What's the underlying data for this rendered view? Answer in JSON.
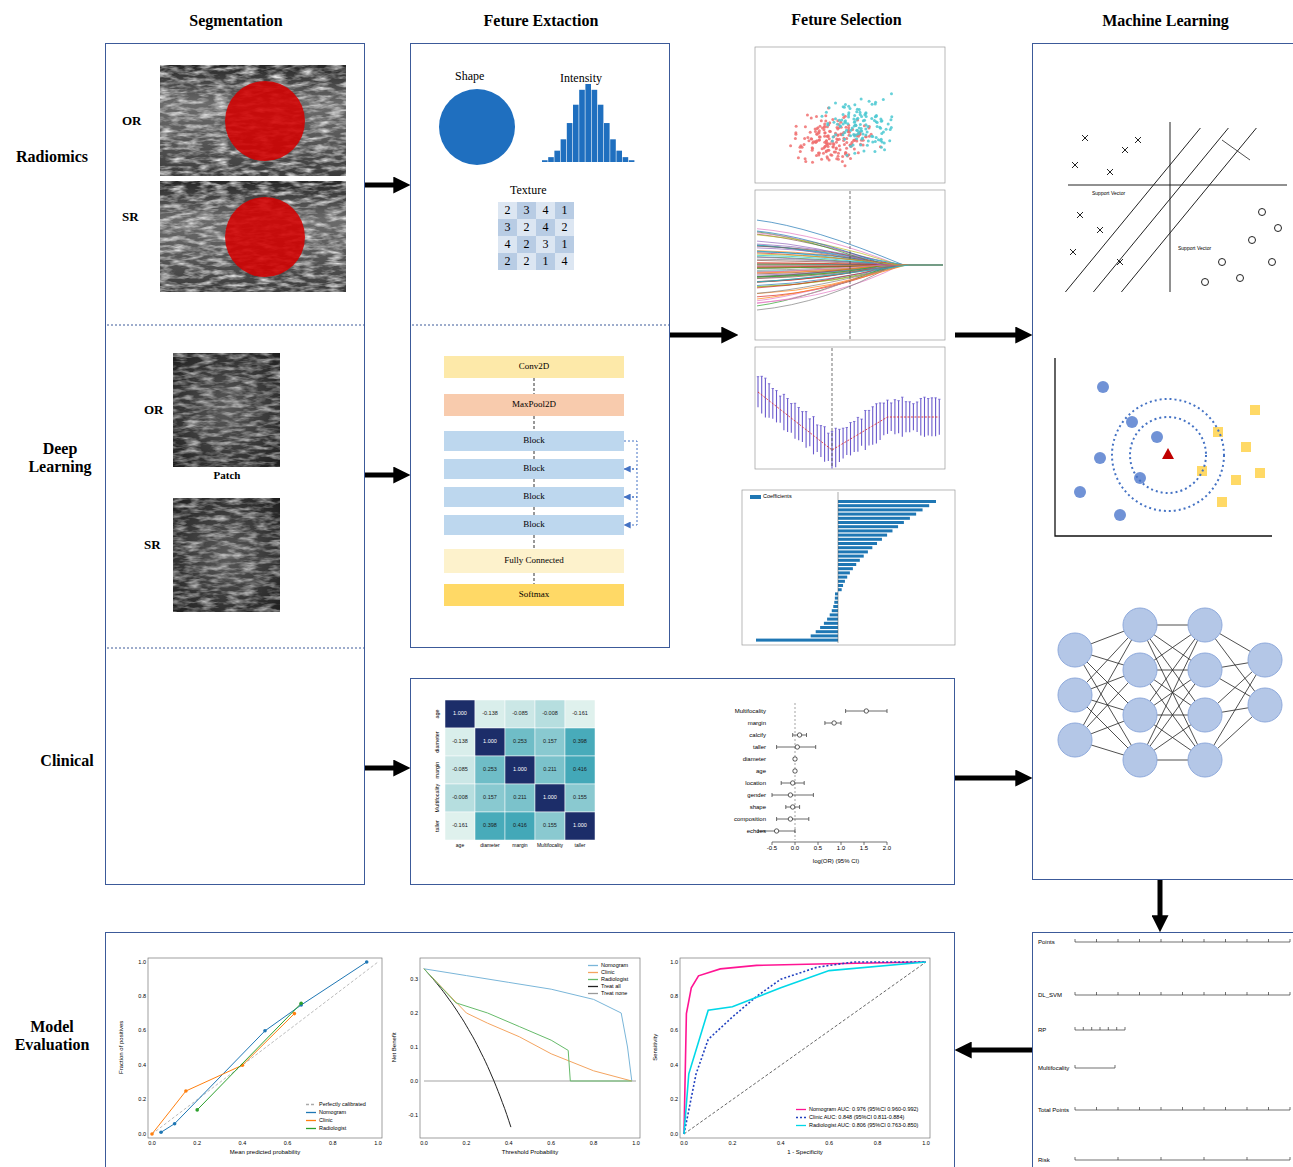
{
  "diagram": {
    "nodes": [
      {
        "text": [
          "Segmentation"
        ]
      },
      {
        "text": [
          "Feture Extaction"
        ]
      },
      {
        "text": [
          "Conv2D"
        ],
        "in": 1
      },
      {
        "text": [
          "MaxPool2D"
        ],
        "in": 1
      },
      {
        "text": [
          "Block"
        ],
        "in": 1
      },
      {
        "text": [
          "Block"
        ],
        "in": 1
      },
      {
        "text": [
          "Block"
        ],
        "in": 1
      },
      {
        "text": [
          "Block"
        ],
        "in": 1
      },
      {
        "text": [
          "Fully Connected"
        ],
        "in": 1
      },
      {
        "text": [
          "Softmax"
        ],
        "in": 1
      },
      {
        "text": [
          "Feture Selection"
        ]
      },
      {
        "text": [
          "Machine Learning"
        ]
      },
      {
        "text": [
          "Multifocality",
          "margin",
          "calcify",
          "taller",
          "diameter",
          "age",
          "location",
          "gender",
          "shape",
          "composition",
          "echoes",
          "log(OR) (95% CI)"
        ]
      },
      {
        "text": [
          "Model Evaluation"
        ]
      },
      {
        "text": [
          "Points",
          "DL_SVM",
          "RP",
          "Multifocality",
          "Total Points",
          "Risk"
        ]
      }
    ],
    "edges": [
      {
        "from": 0,
        "to": 1,
        "arrow": "to"
      },
      {
        "from": 0,
        "to": 1,
        "arrow": "to"
      },
      {
        "from": 0,
        "to": 12,
        "arrow": "to"
      },
      {
        "from": 1,
        "to": 10,
        "arrow": "to"
      },
      {
        "from": 10,
        "to": 11,
        "arrow": "to"
      },
      {
        "from": 12,
        "to": 11,
        "arrow": "to"
      },
      {
        "from": 11,
        "to": 14,
        "arrow": "to"
      },
      {
        "from": 14,
        "to": 13,
        "arrow": "to"
      },
      {
        "from": 2,
        "to": 3,
        "arrow": "none"
      },
      {
        "from": 3,
        "to": 4,
        "arrow": "none"
      },
      {
        "from": 4,
        "to": 5,
        "arrow": "none"
      },
      {
        "from": 5,
        "to": 6,
        "arrow": "none"
      },
      {
        "from": 6,
        "to": 7,
        "arrow": "none"
      },
      {
        "from": 7,
        "to": 8,
        "arrow": "none"
      },
      {
        "from": 8,
        "to": 9,
        "arrow": "none"
      },
      {
        "from": 4,
        "to": 5,
        "arrow": "to"
      },
      {
        "from": 5,
        "to": 6,
        "arrow": "to"
      },
      {
        "from": 6,
        "to": 7,
        "arrow": "to"
      }
    ],
    "labels": [
      "Radiomics",
      "Deep Learning",
      "Clinical",
      "OR",
      "SR",
      "OR",
      "Patch",
      "SR",
      "Shape",
      "Intensity",
      "Texture",
      "2",
      "3",
      "4",
      "1",
      "3",
      "2",
      "4",
      "2",
      "4",
      "2",
      "3",
      "1",
      "2",
      "2",
      "1",
      "4",
      "Support Vector",
      "Support Vector",
      "age",
      "diameter",
      "margin",
      "Multifocality",
      "taller",
      "age",
      "diameter",
      "margin",
      "Multifocality",
      "taller",
      "1.000",
      "-0.138",
      "-0.085",
      "-0.008",
      "-0.161",
      "-0.138",
      "1.000",
      "0.253",
      "0.157",
      "0.398",
      "-0.085",
      "0.253",
      "1.000",
      "0.211",
      "0.416",
      "-0.008",
      "0.157",
      "0.211",
      "1.000",
      "0.155",
      "-0.161",
      "0.398",
      "0.416",
      "0.155",
      "1.000",
      "-0.5",
      "0.0",
      "0.5",
      "1.0",
      "1.5",
      "2.0",
      "Mean predicted probability",
      "Fraction of positives",
      "0.0",
      "0.2",
      "0.4",
      "0.6",
      "0.8",
      "1.0",
      "0.0",
      "0.2",
      "0.4",
      "0.6",
      "0.8",
      "1.0",
      "Threshold Probability",
      "Net Benefit",
      "0.0",
      "0.2",
      "0.4",
      "0.6",
      "0.8",
      "1.0",
      "-0.1",
      "0.0",
      "0.1",
      "0.2",
      "0.3",
      "1 - Specificity",
      "Sensitivity",
      "0.0",
      "0.2",
      "0.4",
      "0.6",
      "0.8",
      "1.0",
      "0.0",
      "0.2",
      "0.4",
      "0.6",
      "0.8",
      "1.0"
    ],
    "legend": [
      {
        "text": "Coefficients",
        "color": "#1f77b4"
      },
      {
        "text": "Perfectly calibrated"
      },
      {
        "text": "Nomogram"
      },
      {
        "text": "Clinic"
      },
      {
        "text": "Radiologist"
      },
      {
        "text": "Nomogram"
      },
      {
        "text": "Clinic"
      },
      {
        "text": "Radiologist"
      },
      {
        "text": "Treat all"
      },
      {
        "text": "Treat none"
      },
      {
        "text": "Nomogram AUC: 0.976 (95%CI 0.960-0.992)"
      },
      {
        "text": "Clinic AUC: 0.848 (95%CI 0.811-0.884)"
      },
      {
        "text": "Radiologist AUC: 0.806 (95%CI 0.763-0.850)"
      }
    ]
  }
}
